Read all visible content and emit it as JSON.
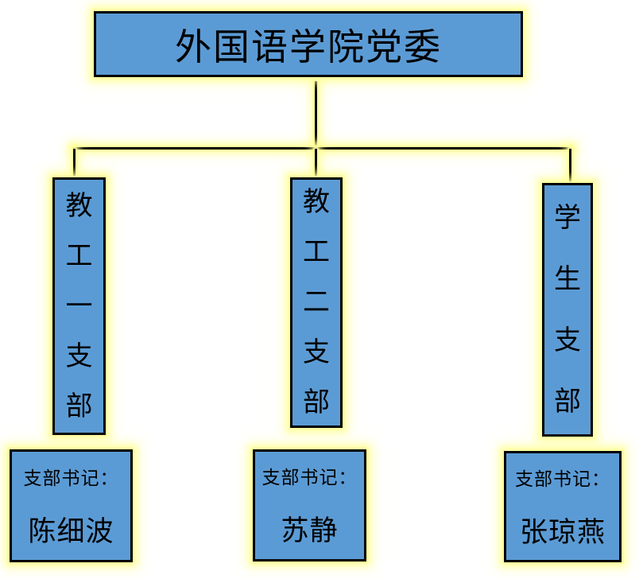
{
  "chart": {
    "type": "org-chart",
    "root": {
      "label": "外国语学院党委"
    },
    "branches": [
      {
        "label": "教工一支部",
        "secretary_title": "支部书记：",
        "secretary_name": "陈细波"
      },
      {
        "label": "教工二支部",
        "secretary_title": "支部书记：",
        "secretary_name": "苏静"
      },
      {
        "label": "学生支部",
        "secretary_title": "支部书记：",
        "secretary_name": "张琼燕"
      }
    ],
    "colors": {
      "box_fill": "#5b9bd5",
      "box_border": "#000000",
      "glow": "#ffff9e",
      "text": "#000000",
      "background": "#ffffff"
    }
  }
}
